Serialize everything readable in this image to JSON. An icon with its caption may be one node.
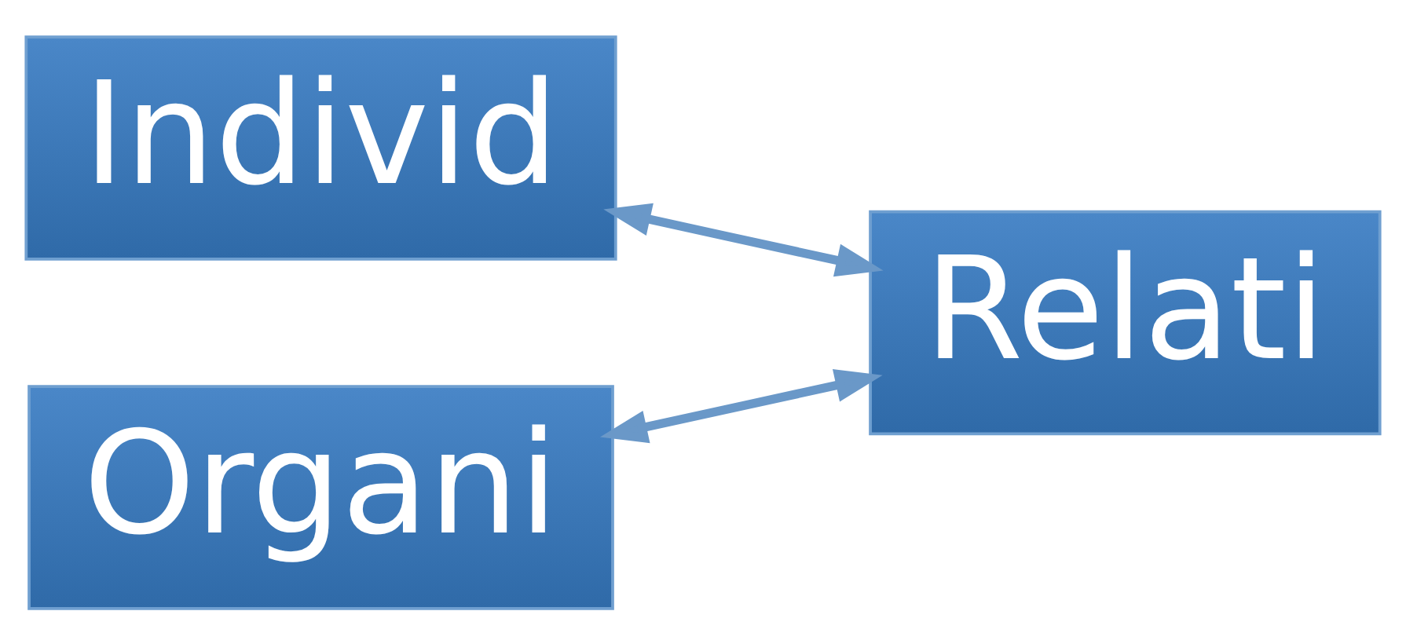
{
  "diagram": {
    "nodes": [
      {
        "text": [
          "Individ"
        ]
      },
      {
        "text": [
          "Relati"
        ]
      },
      {
        "text": [
          "Organi"
        ]
      }
    ],
    "edges": [
      {
        "from": 0,
        "to": 1,
        "arrow": "both"
      },
      {
        "from": 2,
        "to": 1,
        "arrow": "both"
      }
    ]
  }
}
